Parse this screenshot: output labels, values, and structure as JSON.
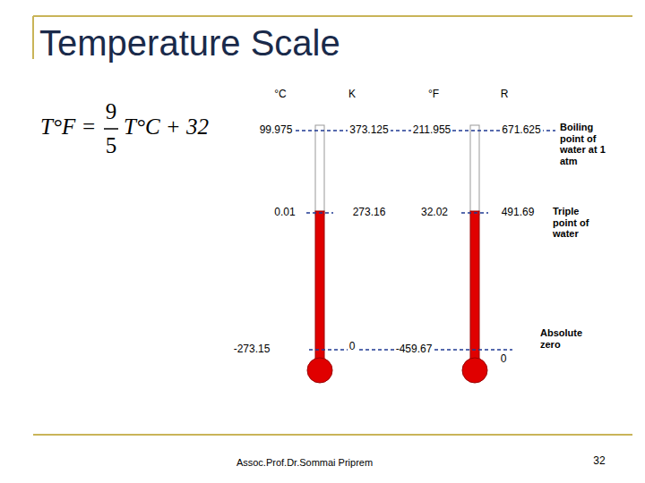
{
  "diagram": {
    "title": "Temperature Scale",
    "labels": [
      "T°F =",
      "9",
      "5",
      "T°C + 32",
      "°C",
      "K",
      "°F",
      "R",
      "99.975",
      "373.125",
      "211.955",
      "671.625",
      "Boiling point of water at 1 atm",
      "0.01",
      "273.16",
      "32.02",
      "491.69",
      "Triple point of water",
      "-273.15",
      "0",
      "-459.67",
      "0",
      "Absolute zero",
      "Assoc.Prof.Dr.Sommai Priprem",
      "32"
    ]
  }
}
